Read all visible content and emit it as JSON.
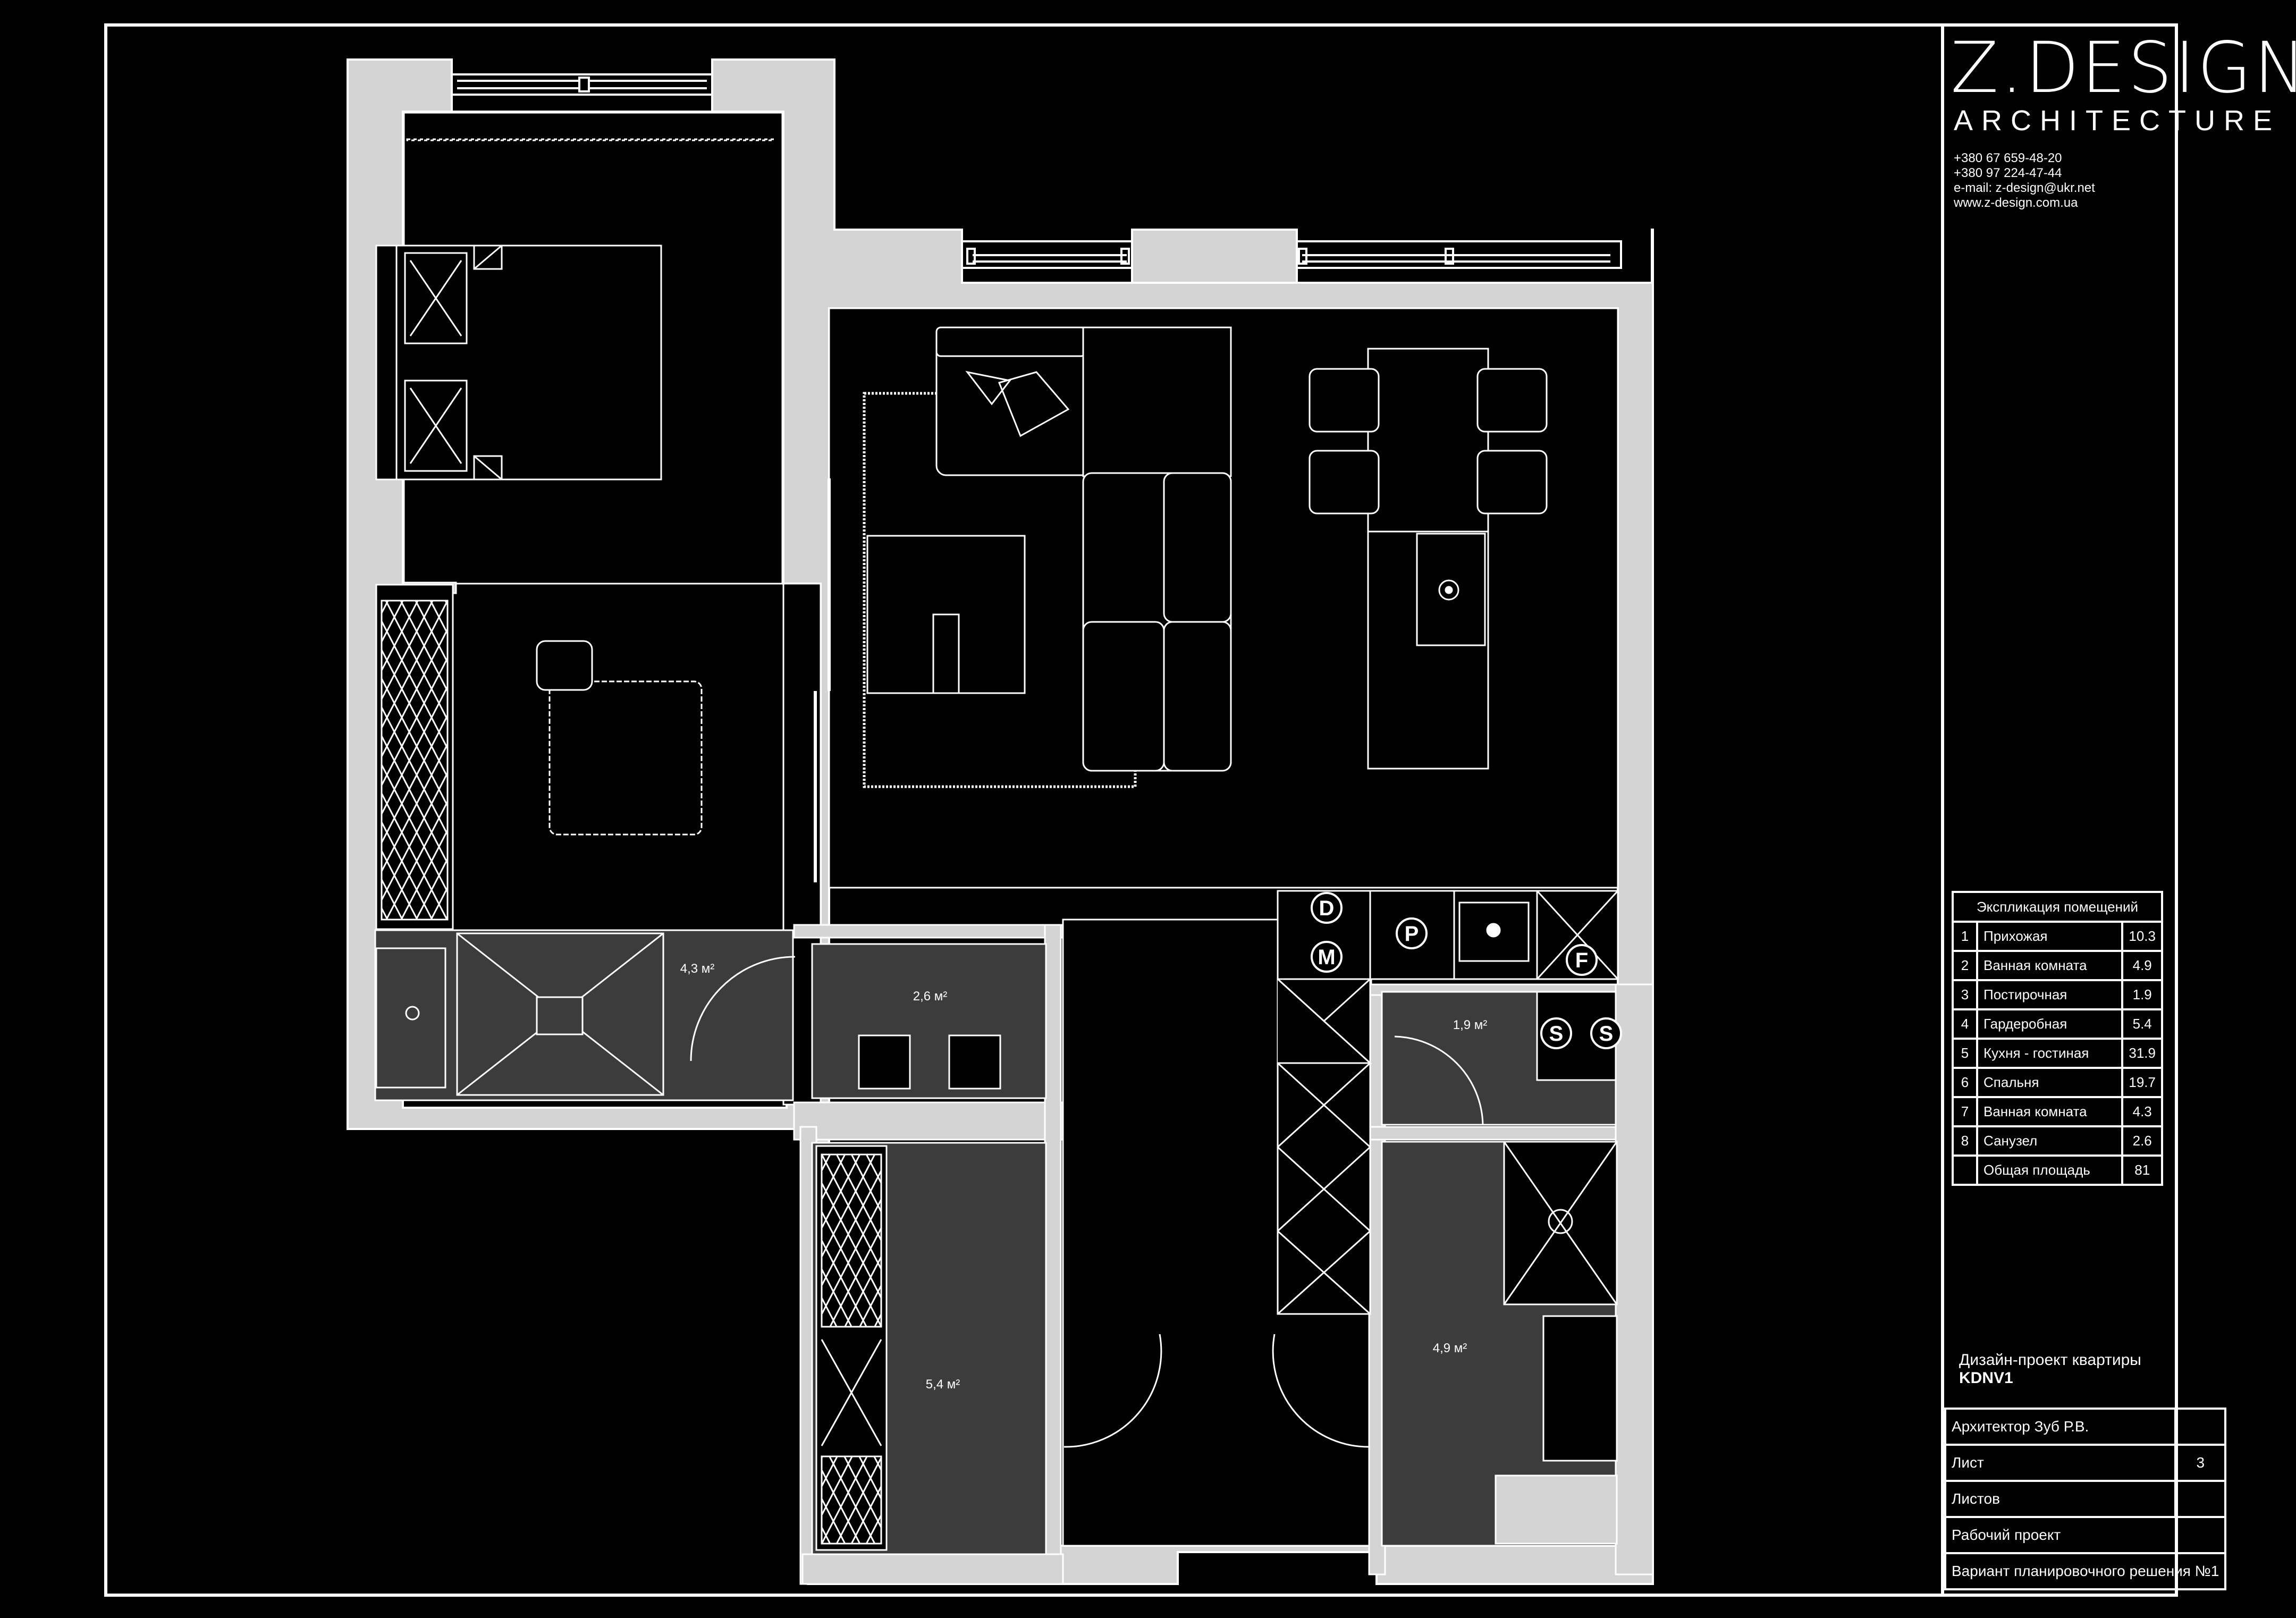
{
  "brand": {
    "name": "Z.DESIGN",
    "subtitle": "ARCHITECTURE",
    "contacts": [
      "+380 67 659-48-20",
      "+380 97 224-47-44",
      "e-mail: z-design@ukr.net",
      "www.z-design.com.ua"
    ]
  },
  "explication": {
    "title": "Экспликация помещений",
    "rows": [
      {
        "n": "1",
        "name": "Прихожая",
        "area": "10.3"
      },
      {
        "n": "2",
        "name": "Ванная комната",
        "area": "4.9"
      },
      {
        "n": "3",
        "name": "Постирочная",
        "area": "1.9"
      },
      {
        "n": "4",
        "name": "Гардеробная",
        "area": "5.4"
      },
      {
        "n": "5",
        "name": "Кухня - гостиная",
        "area": "31.9"
      },
      {
        "n": "6",
        "name": "Спальня",
        "area": "19.7"
      },
      {
        "n": "7",
        "name": "Ванная комната",
        "area": "4.3"
      },
      {
        "n": "8",
        "name": "Санузел",
        "area": "2.6"
      }
    ],
    "total_label": "Общая площадь",
    "total_value": "81"
  },
  "project": {
    "title": "Дизайн-проект квартиры",
    "code": "KDNV1"
  },
  "info": {
    "architect": "Архитектор Зуб Р.В.",
    "sheet_label": "Лист",
    "sheet_value": "3",
    "sheets_label": "Листов",
    "sheets_value": "",
    "stage": "Рабочий проект",
    "variant": "Вариант планировочного решения №1"
  },
  "plan": {
    "room_labels": {
      "bath_small": "4,3 м²",
      "wc": "2,6 м²",
      "laundry": "1,9 м²",
      "wardrobe": "5,4 м²",
      "bath_large": "4,9 м²"
    },
    "appliance_labels": {
      "dishwasher": "D",
      "microwave": "M",
      "p": "P",
      "fridge": "F",
      "s1": "S",
      "s2": "S"
    },
    "colors": {
      "background": "#000000",
      "wall": "#d4d4d4",
      "wet_floor": "#3c3c3c",
      "line": "#ffffff"
    }
  }
}
